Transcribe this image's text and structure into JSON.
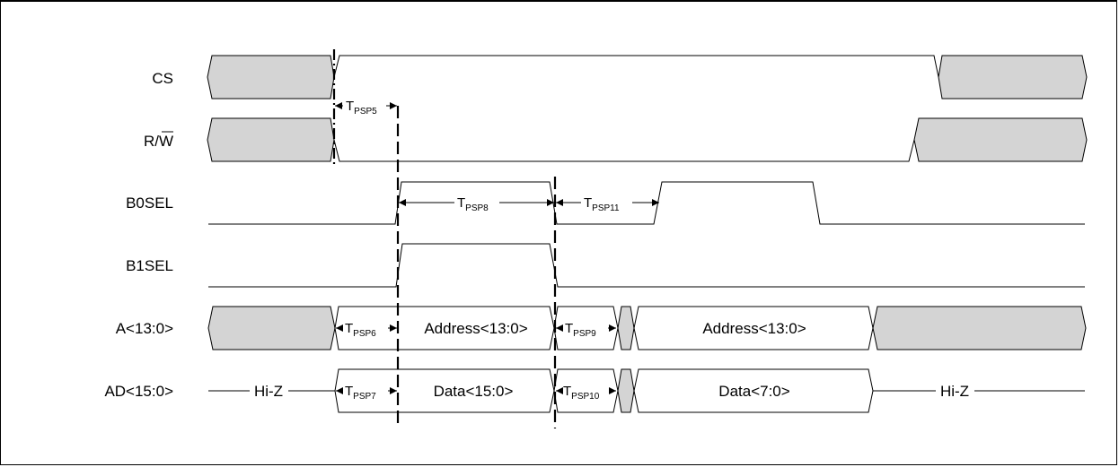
{
  "signals": [
    "CS",
    "R/W",
    "B0SEL",
    "B1SEL",
    "A<13:0>",
    "AD<15:0>"
  ],
  "rw": {
    "r_part": "R/",
    "w_part": "W"
  },
  "timing_params": [
    {
      "id": "tpsp5",
      "main": "T",
      "sub": "PSP5"
    },
    {
      "id": "tpsp6",
      "main": "T",
      "sub": "PSP6"
    },
    {
      "id": "tpsp7",
      "main": "T",
      "sub": "PSP7"
    },
    {
      "id": "tpsp8",
      "main": "T",
      "sub": "PSP8"
    },
    {
      "id": "tpsp9",
      "main": "T",
      "sub": "PSP9"
    },
    {
      "id": "tpsp10",
      "main": "T",
      "sub": "PSP10"
    },
    {
      "id": "tpsp11",
      "main": "T",
      "sub": "PSP11"
    }
  ],
  "bus_labels": {
    "address_1": "Address<13:0>",
    "address_2": "Address<13:0>",
    "data_1": "Data<15:0>",
    "data_2": "Data<7:0>",
    "hiz_1": "Hi-Z",
    "hiz_2": "Hi-Z"
  },
  "colors": {
    "bus_fill": "#d4d4d4",
    "line": "#000000"
  }
}
